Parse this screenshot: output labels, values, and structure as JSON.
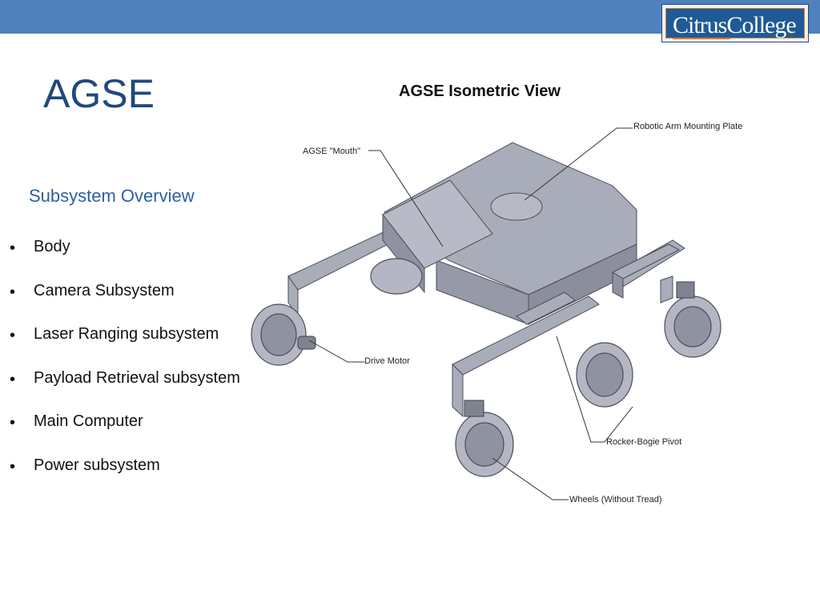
{
  "slide": {
    "title": "AGSE",
    "subtitle": "Subsystem Overview",
    "bullets": [
      "Body",
      "Camera Subsystem",
      "Laser Ranging subsystem",
      "Payload Retrieval subsystem",
      "Main Computer",
      "Power subsystem"
    ],
    "bullet_glyph": "•"
  },
  "logo": {
    "text": "CitrusCollege"
  },
  "figure": {
    "title": "AGSE Isometric View",
    "callouts": {
      "mounting_plate": "Robotic Arm Mounting Plate",
      "mouth": "AGSE \"Mouth\"",
      "drive_motor": "Drive Motor",
      "pivot": "Rocker-Bogie Pivot",
      "wheels": "Wheels (Without Tread)"
    }
  },
  "colors": {
    "header_bar": "#4f81bd",
    "title": "#1f497d",
    "subtitle": "#2e5fa3",
    "model_fill": "#a9adba"
  }
}
